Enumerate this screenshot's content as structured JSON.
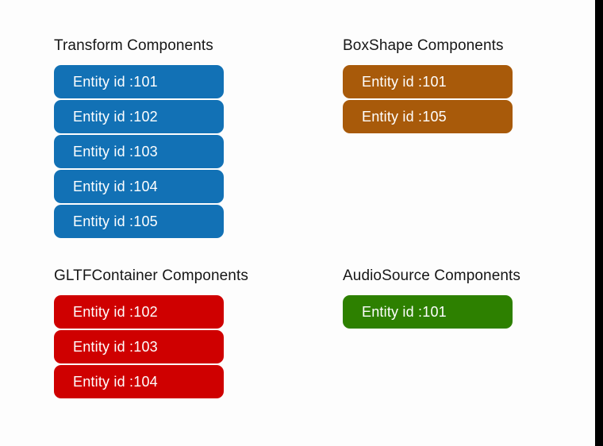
{
  "page": {
    "background_color": "#fdfdfd",
    "edge_strip_color": "#000000"
  },
  "groups": [
    {
      "key": "transform",
      "title": "Transform Components",
      "color": "#1271b5",
      "column": "left",
      "row": "top",
      "entities": [
        {
          "label": "Entity id :101"
        },
        {
          "label": "Entity id :102"
        },
        {
          "label": "Entity id :103"
        },
        {
          "label": "Entity id :104"
        },
        {
          "label": "Entity id :105"
        }
      ]
    },
    {
      "key": "boxshape",
      "title": "BoxShape Components",
      "color": "#a85a0a",
      "column": "right",
      "row": "top",
      "entities": [
        {
          "label": "Entity id :101"
        },
        {
          "label": "Entity id :105"
        }
      ]
    },
    {
      "key": "gltfcontainer",
      "title": "GLTFContainer Components",
      "color": "#cf0000",
      "column": "left",
      "row": "bottom",
      "entities": [
        {
          "label": "Entity id :102"
        },
        {
          "label": "Entity id :103"
        },
        {
          "label": "Entity id :104"
        }
      ]
    },
    {
      "key": "audiosource",
      "title": "AudioSource Components",
      "color": "#2d8000",
      "column": "right",
      "row": "bottom",
      "entities": [
        {
          "label": "Entity id :101"
        }
      ]
    }
  ]
}
